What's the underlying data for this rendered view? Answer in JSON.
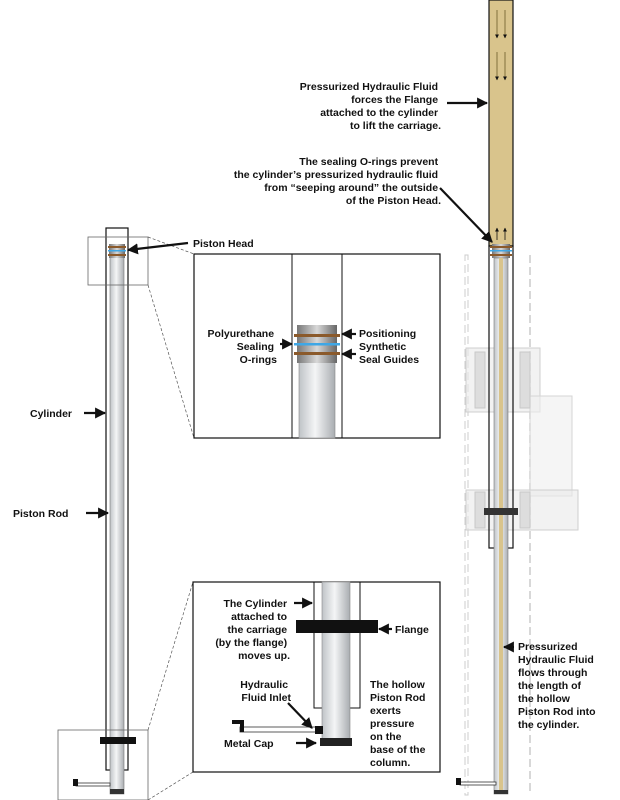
{
  "labels": {
    "fluid_top": [
      "Pressurized Hydraulic Fluid",
      "forces the Flange",
      "attached to the cylinder",
      "to lift the carriage."
    ],
    "orings_top": [
      "The sealing O-rings prevent",
      "the cylinder’s pressurized hydraulic fluid",
      "from “seeping around” the outside",
      "of the Piston Head."
    ],
    "piston_head": "Piston Head",
    "polyurethane": [
      "Polyurethane",
      "Sealing",
      "O-rings"
    ],
    "positioning": [
      "Positioning",
      "Synthetic",
      "Seal Guides"
    ],
    "cylinder": "Cylinder",
    "piston_rod": "Piston Rod",
    "cylinder_attached": [
      "The Cylinder",
      "attached to",
      "the carriage",
      "(by the flange)",
      "moves up."
    ],
    "flange": "Flange",
    "hydraulic_inlet": [
      "Hydraulic",
      "Fluid Inlet"
    ],
    "metal_cap": "Metal Cap",
    "hollow_rod": [
      "The hollow",
      "Piston Rod",
      "exerts",
      "pressure",
      "on the",
      "base of the",
      "column."
    ],
    "fluid_bottom": [
      "Pressurized",
      "Hydraulic Fluid",
      "flows through",
      "the length of",
      "the hollow",
      "Piston Rod into",
      "the cylinder."
    ]
  },
  "colors": {
    "fluid": "#d9c48c",
    "oring_brown": "#8b5a2b",
    "oring_blue": "#3ea7e6",
    "line": "#111111",
    "ghost": "#c8c8c8"
  }
}
